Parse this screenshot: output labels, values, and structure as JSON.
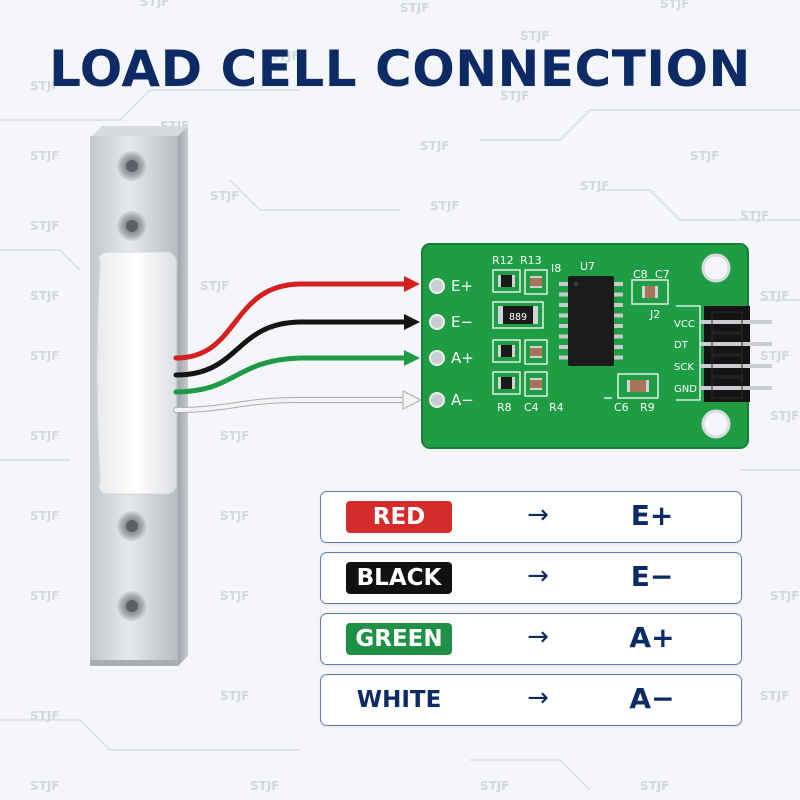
{
  "title": "LOAD CELL CONNECTION",
  "watermark": "STJF",
  "board": {
    "pads": [
      "E+",
      "E−",
      "A+",
      "A−"
    ],
    "components": [
      "R12",
      "R13",
      "I8",
      "U7",
      "C8",
      "C7",
      "J2",
      "R8",
      "C4",
      "R4",
      "C6",
      "R9"
    ],
    "chip_code": "889",
    "header_pins": [
      "VCC",
      "DT",
      "SCK",
      "GND"
    ],
    "colors": {
      "pcb": "#1e9d45",
      "pcb_edge": "#16803a",
      "pad": "#c9ccd0"
    }
  },
  "wires": [
    {
      "name": "red",
      "color": "#d42020"
    },
    {
      "name": "black",
      "color": "#141414"
    },
    {
      "name": "green",
      "color": "#1f9a45"
    },
    {
      "name": "white",
      "color": "#f4f4f4"
    }
  ],
  "mapping": [
    {
      "color_label": "RED",
      "arrow": "→",
      "pin": "E+",
      "bg": "#d52b2b",
      "fg": "#ffffff"
    },
    {
      "color_label": "BLACK",
      "arrow": "→",
      "pin": "E−",
      "bg": "#111111",
      "fg": "#ffffff"
    },
    {
      "color_label": "GREEN",
      "arrow": "→",
      "pin": "A+",
      "bg": "#1f9146",
      "fg": "#ffffff"
    },
    {
      "color_label": "WHITE",
      "arrow": "→",
      "pin": "A−",
      "bg": "#ffffff",
      "fg": "#0c2a63"
    }
  ],
  "accent": "#0c2a63"
}
